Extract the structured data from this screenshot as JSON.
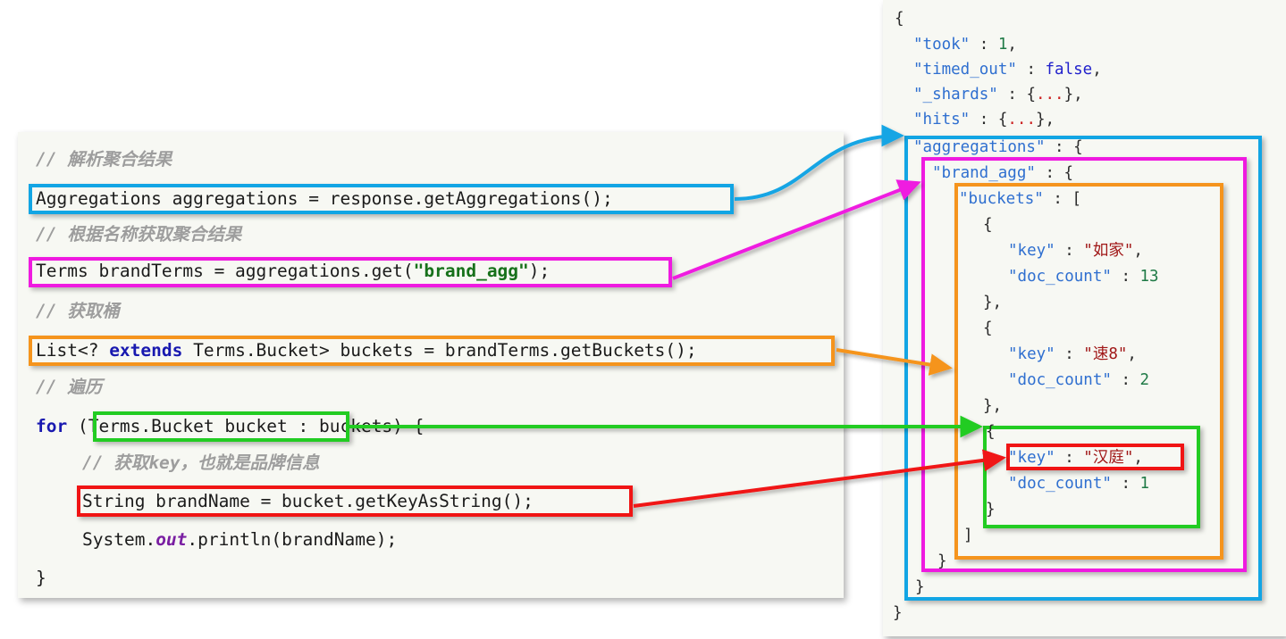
{
  "code_panel": {
    "language": "java",
    "lines": [
      {
        "id": "c1",
        "text": "// 解析聚合结果",
        "kind": "comment"
      },
      {
        "id": "c2",
        "text": "Aggregations aggregations = response.getAggregations();",
        "kind": "code",
        "box": "blue"
      },
      {
        "id": "c3",
        "text": "// 根据名称获取聚合结果",
        "kind": "comment"
      },
      {
        "id": "c4a",
        "text": "Terms brandTerms = aggregations.get(",
        "kind": "code"
      },
      {
        "id": "c4b",
        "text": "\"brand_agg\"",
        "kind": "string"
      },
      {
        "id": "c4c",
        "text": ");",
        "kind": "code"
      },
      {
        "id": "c5",
        "text": "// 获取桶",
        "kind": "comment"
      },
      {
        "id": "c6a",
        "text": "List<? ",
        "kind": "code"
      },
      {
        "id": "c6b",
        "text": "extends",
        "kind": "keyword"
      },
      {
        "id": "c6c",
        "text": " Terms.Bucket> buckets = brandTerms.getBuckets();",
        "kind": "code"
      },
      {
        "id": "c7",
        "text": "// 遍历",
        "kind": "comment"
      },
      {
        "id": "c8a",
        "text": "for",
        "kind": "keyword"
      },
      {
        "id": "c8b",
        "text": " (Terms.Bucket bucket : buckets) {",
        "kind": "code"
      },
      {
        "id": "c9",
        "text": "// 获取key，也就是品牌信息",
        "kind": "comment"
      },
      {
        "id": "c10",
        "text": "String brandName = bucket.getKeyAsString();",
        "kind": "code",
        "box": "red"
      },
      {
        "id": "c11a",
        "text": "System.",
        "kind": "code"
      },
      {
        "id": "c11b",
        "text": "out",
        "kind": "field"
      },
      {
        "id": "c11c",
        "text": ".println(brandName);",
        "kind": "code"
      },
      {
        "id": "c12",
        "text": "}",
        "kind": "code"
      }
    ]
  },
  "json_panel": {
    "lines": [
      {
        "id": "j1",
        "indent": 0,
        "text": "{"
      },
      {
        "id": "j2",
        "indent": 1,
        "key": "\"took\"",
        "sep": " : ",
        "value": "1",
        "value_type": "number",
        "trail": ","
      },
      {
        "id": "j3",
        "indent": 1,
        "key": "\"timed_out\"",
        "sep": " : ",
        "value": "false",
        "value_type": "boolean",
        "trail": ","
      },
      {
        "id": "j4",
        "indent": 1,
        "key": "\"_shards\"",
        "sep": " : ",
        "value": "{...}",
        "value_type": "ellipsis-object",
        "trail": ","
      },
      {
        "id": "j5",
        "indent": 1,
        "key": "\"hits\"",
        "sep": " : ",
        "value": "{...}",
        "value_type": "ellipsis-object",
        "trail": ","
      },
      {
        "id": "j6",
        "indent": 1,
        "key": "\"aggregations\"",
        "sep": " : ",
        "value": "{",
        "value_type": "open-object",
        "trail": ""
      },
      {
        "id": "j7",
        "indent": 2,
        "key": "\"brand_agg\"",
        "sep": " : ",
        "value": "{",
        "value_type": "open-object",
        "trail": ""
      },
      {
        "id": "j8",
        "indent": 3,
        "key": "\"buckets\"",
        "sep": " : ",
        "value": "[",
        "value_type": "open-array",
        "trail": ""
      },
      {
        "id": "j9",
        "indent": 4,
        "text": "{"
      },
      {
        "id": "j10",
        "indent": 5,
        "key": "\"key\"",
        "sep": " : ",
        "value": "\"如家\"",
        "value_type": "string",
        "trail": ","
      },
      {
        "id": "j11",
        "indent": 5,
        "key": "\"doc_count\"",
        "sep": " : ",
        "value": "13",
        "value_type": "number",
        "trail": ""
      },
      {
        "id": "j12",
        "indent": 4,
        "text": "},"
      },
      {
        "id": "j13",
        "indent": 4,
        "text": "{"
      },
      {
        "id": "j14",
        "indent": 5,
        "key": "\"key\"",
        "sep": " : ",
        "value": "\"速8\"",
        "value_type": "string",
        "trail": ","
      },
      {
        "id": "j15",
        "indent": 5,
        "key": "\"doc_count\"",
        "sep": " : ",
        "value": "2",
        "value_type": "number",
        "trail": ""
      },
      {
        "id": "j16",
        "indent": 4,
        "text": "},"
      },
      {
        "id": "j17",
        "indent": 4,
        "text": "{"
      },
      {
        "id": "j18",
        "indent": 5,
        "key": "\"key\"",
        "sep": " : ",
        "value": "\"汉庭\"",
        "value_type": "string",
        "trail": ","
      },
      {
        "id": "j19",
        "indent": 5,
        "key": "\"doc_count\"",
        "sep": " : ",
        "value": "1",
        "value_type": "number",
        "trail": ""
      },
      {
        "id": "j20",
        "indent": 4,
        "text": "}"
      },
      {
        "id": "j21",
        "indent": 3,
        "text": "]"
      },
      {
        "id": "j22",
        "indent": 2,
        "text": "}"
      },
      {
        "id": "j23",
        "indent": 1,
        "text": "}"
      },
      {
        "id": "j24",
        "indent": 0,
        "text": "}"
      }
    ]
  },
  "colors": {
    "blue": "#12a5e4",
    "magenta": "#ef1ae0",
    "orange": "#f5941d",
    "green": "#22cc22",
    "red": "#f01414",
    "panel_bg": "#f7f8f3",
    "comment": "#9d9d9d",
    "keyword": "#1919b0",
    "java_string": "#17711b",
    "json_key": "#2f6fd0",
    "json_string": "#a01717",
    "json_number": "#1f7a46",
    "json_boolean": "#2222cc"
  },
  "mappings": [
    {
      "id": "m-blue",
      "color": "blue",
      "from": "Aggregations aggregations = response.getAggregations();",
      "to": "\"aggregations\" : {"
    },
    {
      "id": "m-magenta",
      "color": "magenta",
      "from": "Terms brandTerms = aggregations.get(\"brand_agg\");",
      "to": "\"brand_agg\" : {"
    },
    {
      "id": "m-orange",
      "color": "orange",
      "from": "List<? extends Terms.Bucket> buckets = brandTerms.getBuckets();",
      "to": "\"buckets\" : ["
    },
    {
      "id": "m-green",
      "color": "green",
      "from": "Terms.Bucket bucket",
      "to": "bucket object { \"key\" , \"doc_count\" }"
    },
    {
      "id": "m-red",
      "color": "red",
      "from": "String brandName = bucket.getKeyAsString();",
      "to": "\"key\" : \"汉庭\","
    }
  ]
}
